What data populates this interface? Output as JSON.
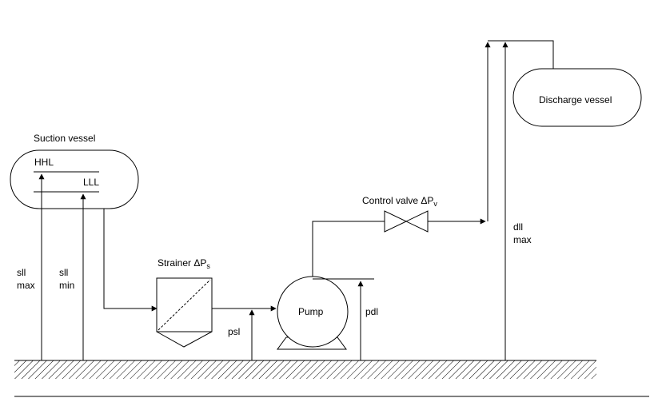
{
  "suction_vessel": {
    "title": "Suction vessel",
    "hhl": "HHL",
    "lll": "LLL"
  },
  "discharge_vessel": {
    "label": "Discharge vessel"
  },
  "strainer": {
    "label": "Strainer ΔP",
    "sub": "s"
  },
  "control_valve": {
    "label": "Control valve ΔP",
    "sub": "v"
  },
  "pump": {
    "label": "Pump"
  },
  "dims": {
    "sll_max_1": "sll",
    "sll_max_2": "max",
    "sll_min_1": "sll",
    "sll_min_2": "min",
    "psl": "psl",
    "pdl": "pdl",
    "dll_max_1": "dll",
    "dll_max_2": "max"
  }
}
